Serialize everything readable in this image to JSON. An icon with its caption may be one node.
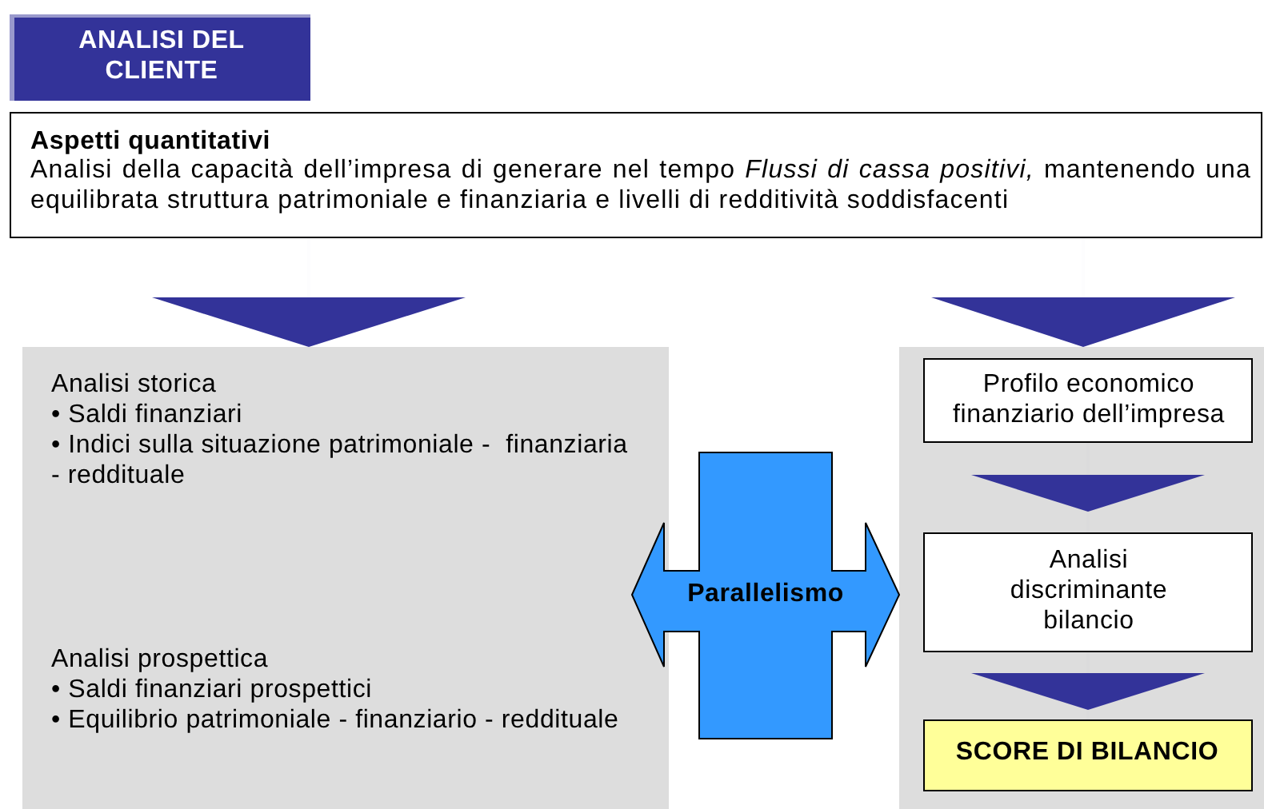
{
  "diagram": {
    "nodes": [
      {
        "text": [
          "ANALISI DEL CLIENTE"
        ]
      },
      {
        "text": [
          "Aspetti quantitativi",
          "Analisi della capacità dell’impresa di generare nel tempo *Flussi di cassa positivi,* mantenendo una equilibrata struttura patrimoniale e finanziaria e livelli di redditività soddisfacenti"
        ]
      },
      {
        "text": [
          "Analisi storica",
          "• Saldi finanziari",
          "• Indici sulla situazione patrimoniale -  finanziaria - reddituale",
          "Analisi prospettica",
          "• Saldi finanziari prospettici",
          "• Equilibrio patrimoniale - finanziario - reddituale"
        ]
      },
      {
        "text": [],
        "shape": "box"
      },
      {
        "text": [
          "Profilo economico finanziario dell’impresa"
        ],
        "in": 3
      },
      {
        "text": [
          "Analisi discriminante bilancio"
        ],
        "in": 3
      },
      {
        "text": [
          "SCORE DI BILANCIO"
        ],
        "in": 3
      },
      {
        "text": [
          "Parallelismo"
        ]
      }
    ],
    "edges": [
      {
        "from": 1,
        "to": 2,
        "arrow": "to"
      },
      {
        "from": 1,
        "to": 3,
        "arrow": "to"
      },
      {
        "from": 4,
        "to": 5,
        "arrow": "to"
      },
      {
        "from": 5,
        "to": 6,
        "arrow": "to"
      }
    ]
  }
}
